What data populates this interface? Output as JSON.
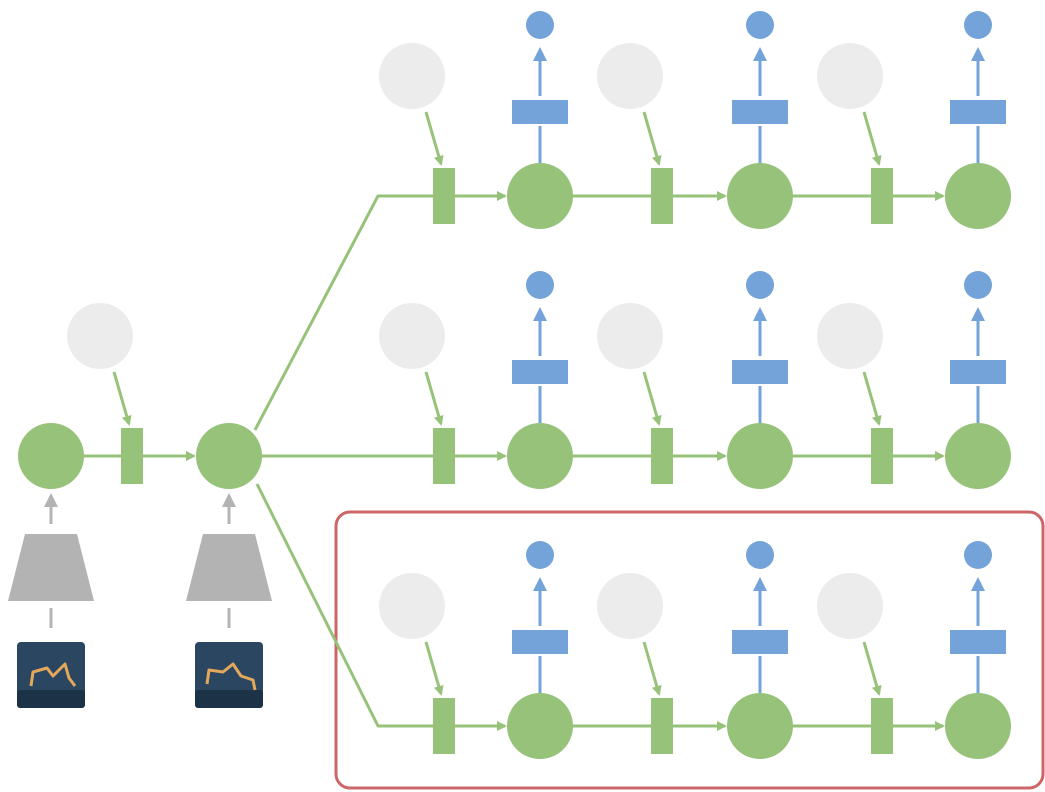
{
  "colors": {
    "green": "#96c27a",
    "blue": "#73a3d9",
    "light_gray": "#ececec",
    "gray": "#b3b3b3",
    "red_border": "#cc6667",
    "thumb_bg": "#2a4661",
    "thumb_line": "#e3a85a"
  },
  "observed_steps": [
    {
      "icon": "walker-thumbnail-icon"
    },
    {
      "icon": "walker-thumbnail-icon"
    }
  ],
  "branches": [
    {
      "steps": 3,
      "highlighted": false
    },
    {
      "steps": 3,
      "highlighted": false
    },
    {
      "steps": 3,
      "highlighted": true
    }
  ]
}
